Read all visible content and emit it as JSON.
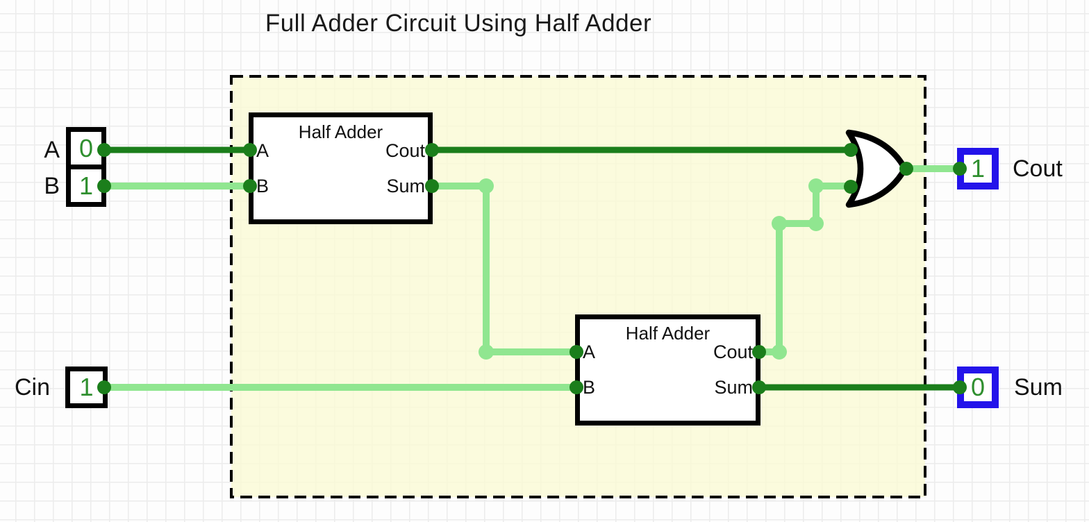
{
  "title": "Full Adder Circuit Using Half Adder",
  "colors": {
    "wire_low": "#1b7e1b",
    "wire_high": "#90e690",
    "node": "#1b7e1b",
    "node_joint": "#90e690",
    "value_text": "#2f8f2f",
    "output_box_border": "#2313ea",
    "component_border": "#000000",
    "region_fill": "#fbfbe2",
    "grid_line": "#ececec"
  },
  "inputs": [
    {
      "label": "A",
      "value": "0"
    },
    {
      "label": "B",
      "value": "1"
    },
    {
      "label": "Cin",
      "value": "1"
    }
  ],
  "outputs": [
    {
      "label": "Cout",
      "value": "1"
    },
    {
      "label": "Sum",
      "value": "0"
    }
  ],
  "half_adders": [
    {
      "name": "Half Adder",
      "port_a": "A",
      "port_b": "B",
      "port_cout": "Cout",
      "port_sum": "Sum"
    },
    {
      "name": "Half Adder",
      "port_a": "A",
      "port_b": "B",
      "port_cout": "Cout",
      "port_sum": "Sum"
    }
  ],
  "gate": {
    "type": "OR"
  }
}
